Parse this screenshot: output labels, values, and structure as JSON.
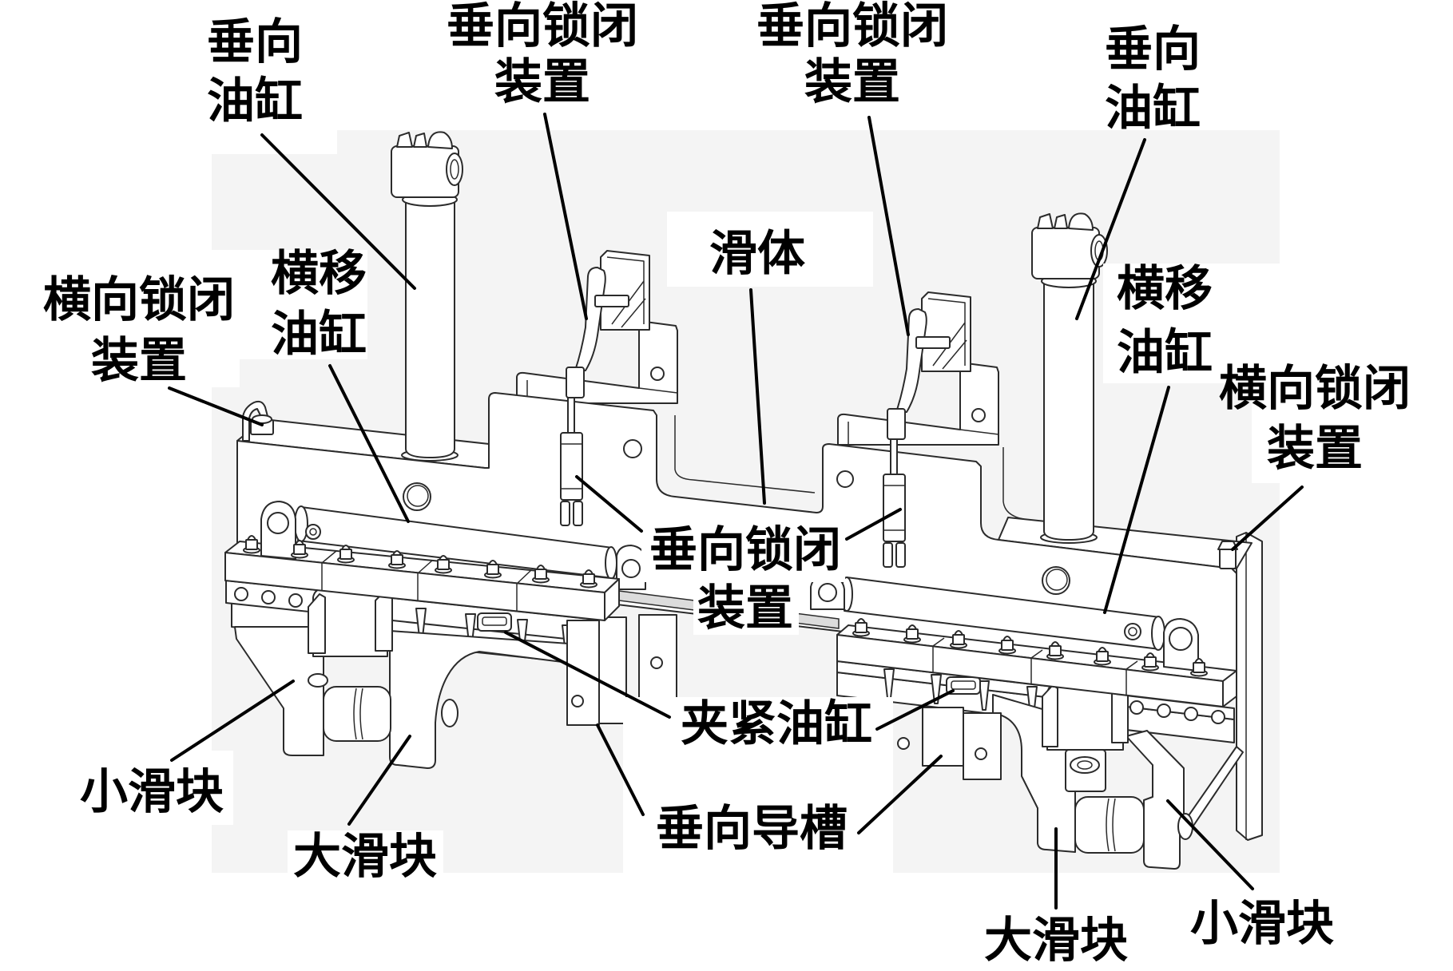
{
  "figure": {
    "callouts": {
      "vertical_cylinder_left": [
        "垂向",
        "油缸"
      ],
      "vertical_lock_top_left": [
        "垂向锁闭",
        "装置"
      ],
      "vertical_lock_top_right": [
        "垂向锁闭",
        "装置"
      ],
      "vertical_cylinder_right": [
        "垂向",
        "油缸"
      ],
      "slide_body": [
        "滑体"
      ],
      "lateral_lock_left": [
        "横向锁闭",
        "装置"
      ],
      "traverse_cylinder_left": [
        "横移",
        "油缸"
      ],
      "traverse_cylinder_right": [
        "横移",
        "油缸"
      ],
      "lateral_lock_right": [
        "横向锁闭",
        "装置"
      ],
      "vertical_lock_middle": [
        "垂向锁闭",
        "装置"
      ],
      "clamping_cylinder": [
        "夹紧油缸"
      ],
      "small_slider_left": [
        "小滑块"
      ],
      "large_slider_left": [
        "大滑块"
      ],
      "vertical_guide_groove": [
        "垂向导槽"
      ],
      "large_slider_right": [
        "大滑块"
      ],
      "small_slider_right": [
        "小滑块"
      ]
    }
  },
  "colors": {
    "line_art": "#2b2b2b",
    "leader": "#000000",
    "render_background": "#f4f4f4",
    "page_background": "#ffffff"
  }
}
